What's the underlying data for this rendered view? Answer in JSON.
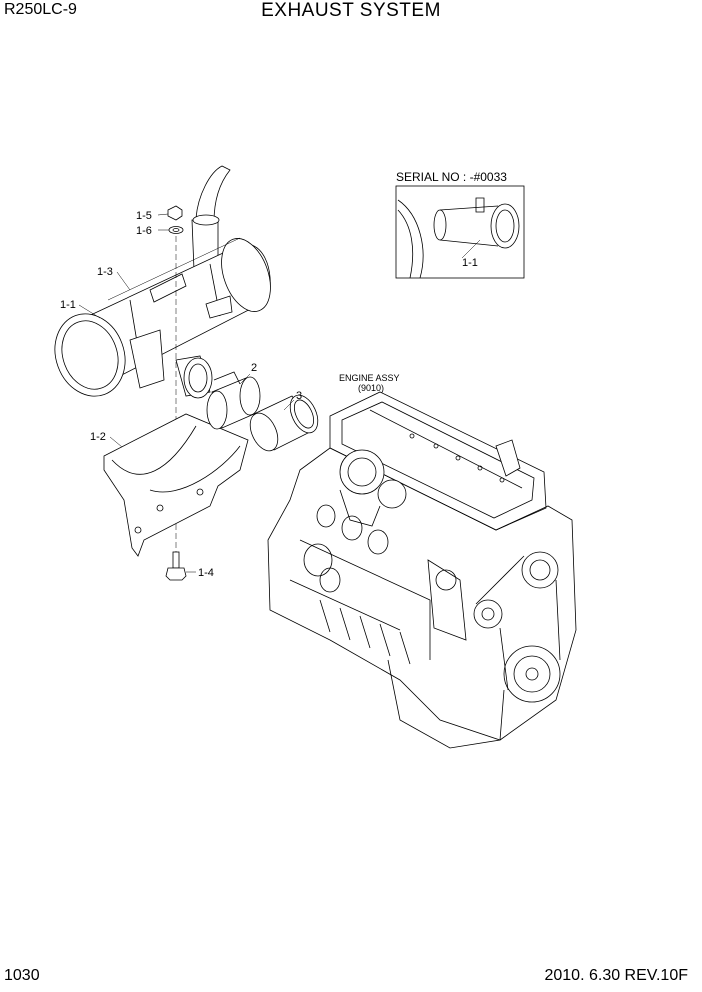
{
  "header": {
    "model": "R250LC-9",
    "title": "EXHAUST SYSTEM"
  },
  "footer": {
    "page_number": "1030",
    "date_revision": "2010. 6.30  REV.10F"
  },
  "callouts": {
    "part_1_5": "1-5",
    "part_1_6": "1-6",
    "part_1_3": "1-3",
    "part_1_1": "1-1",
    "part_1_2": "1-2",
    "part_1_4": "1-4",
    "part_2": "2",
    "part_3": "3"
  },
  "serial_inset": {
    "heading": "SERIAL NO : -#0033",
    "callout": "1-1"
  },
  "engine_label": {
    "line1": "ENGINE ASSY",
    "line2": "(9010)"
  }
}
